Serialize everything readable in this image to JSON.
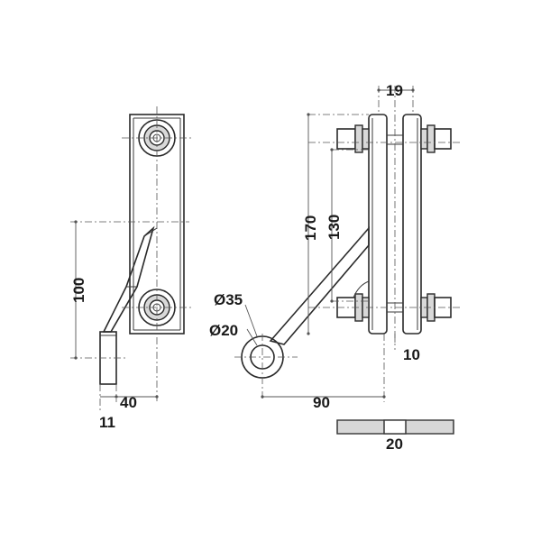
{
  "dimensions": {
    "d_19": "19",
    "d_170": "170",
    "d_130": "130",
    "d_100": "100",
    "d_dia35": "Ø35",
    "d_dia20": "Ø20",
    "d_10": "10",
    "d_40": "40",
    "d_90": "90",
    "d_11": "11",
    "d_20": "20"
  },
  "colors": {
    "line": "#2a2a2a",
    "fill": "#d8d8d8",
    "background": "#ffffff"
  }
}
